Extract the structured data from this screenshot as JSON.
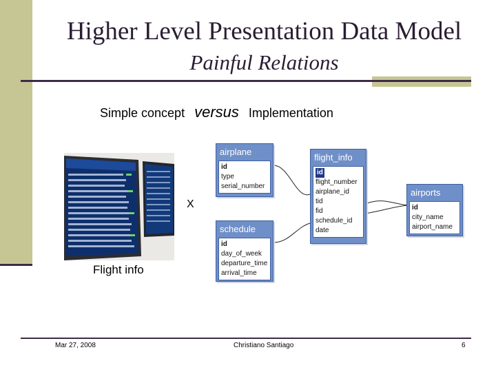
{
  "slide": {
    "title": "Higher Level Presentation Data Model",
    "subtitle": "Painful Relations",
    "concept_left": "Simple concept",
    "concept_mid": "versus",
    "concept_right": "Implementation",
    "x_label": "X",
    "photo_caption": "Flight info"
  },
  "schema": {
    "airplane": {
      "name": "airplane",
      "fields": [
        "id",
        "type",
        "serial_number"
      ]
    },
    "schedule": {
      "name": "schedule",
      "fields": [
        "id",
        "day_of_week",
        "departure_time",
        "arrival_time"
      ]
    },
    "flight_info": {
      "name": "flight_info",
      "fields": [
        "id",
        "flight_number",
        "airplane_id",
        "tid",
        "fid",
        "schedule_id",
        "date"
      ]
    },
    "airports": {
      "name": "airports",
      "fields": [
        "id",
        "city_name",
        "airport_name"
      ]
    }
  },
  "footer": {
    "date": "Mar 27, 2008",
    "author": "Christiano Santiago",
    "page": "6"
  },
  "colors": {
    "accent_bar": "#c6c695",
    "rule": "#3d2a45",
    "table_header": "#6f8fc8"
  }
}
